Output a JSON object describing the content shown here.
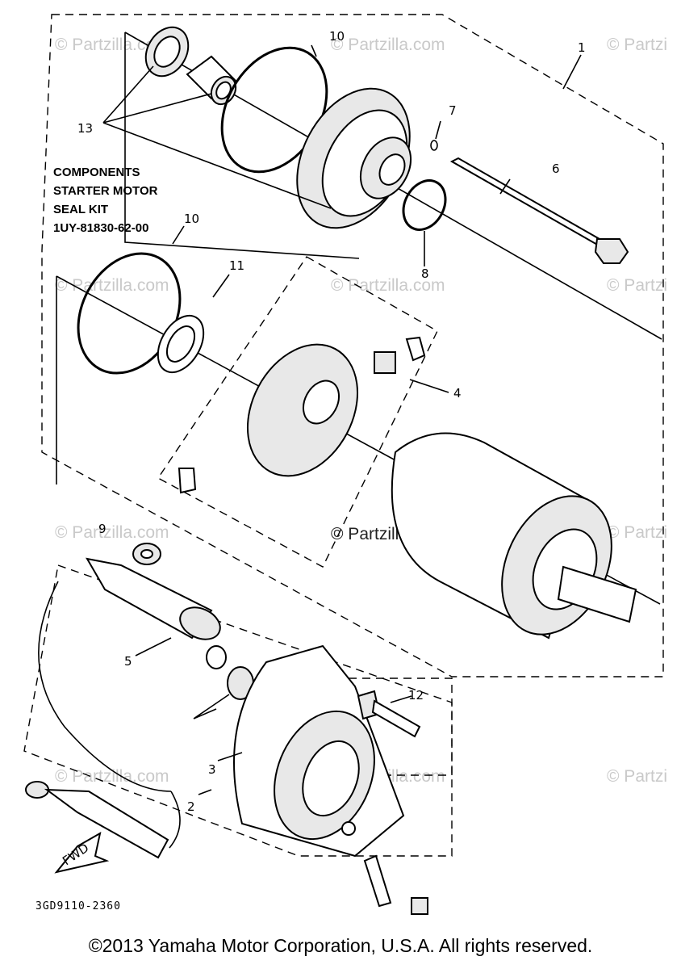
{
  "callouts": {
    "c1": "1",
    "c2": "2",
    "c3": "3",
    "c4": "4",
    "c5": "5",
    "c6": "6",
    "c7": "7",
    "c8": "8",
    "c9": "9",
    "c10a": "10",
    "c10b": "10",
    "c11": "11",
    "c12": "12",
    "c13": "13"
  },
  "kit_label": {
    "line1": "COMPONENTS",
    "line2": "STARTER MOTOR",
    "line3": "SEAL KIT",
    "line4": "1UY-81830-62-00"
  },
  "fwd_label": "FWD",
  "diagram_code": "3GD9110-2360",
  "watermarks": {
    "w1": "© Partzilla.com",
    "w2": "© Partzilla.com",
    "w3": "© Partzi",
    "w4": "© Partzilla.com",
    "w5": "© Partzilla.com",
    "w6": "© Partzi",
    "w7": "© Partzilla.com",
    "w8": "© Partzi",
    "w9": "© Partzilla.com",
    "w10": "© Partzilla.com",
    "w11": "© Partzi",
    "main": "© Partzilla.com"
  },
  "copyright": "©2013 Yamaha Motor Corporation, U.S.A. All rights reserved."
}
